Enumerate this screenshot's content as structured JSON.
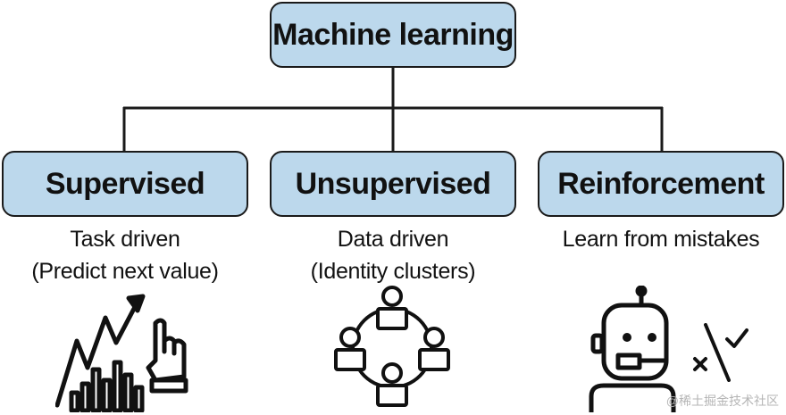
{
  "diagram": {
    "root": {
      "label": "Machine learning"
    },
    "children": [
      {
        "label": "Supervised",
        "desc_line1": "Task driven",
        "desc_line2": "(Predict next value)",
        "icon": "stock-chart-pointing-hand-icon"
      },
      {
        "label": "Unsupervised",
        "desc_line1": "Data driven",
        "desc_line2": "(Identity clusters)",
        "icon": "people-cluster-icon"
      },
      {
        "label": "Reinforcement",
        "desc_line1": "Learn from mistakes",
        "icon": "robot-icon"
      }
    ],
    "extra_icon": "cross-check-icon",
    "colors": {
      "node_fill": "#bcd8ec",
      "stroke": "#1a1a1a"
    }
  },
  "watermark": "@稀土掘金技术社区"
}
